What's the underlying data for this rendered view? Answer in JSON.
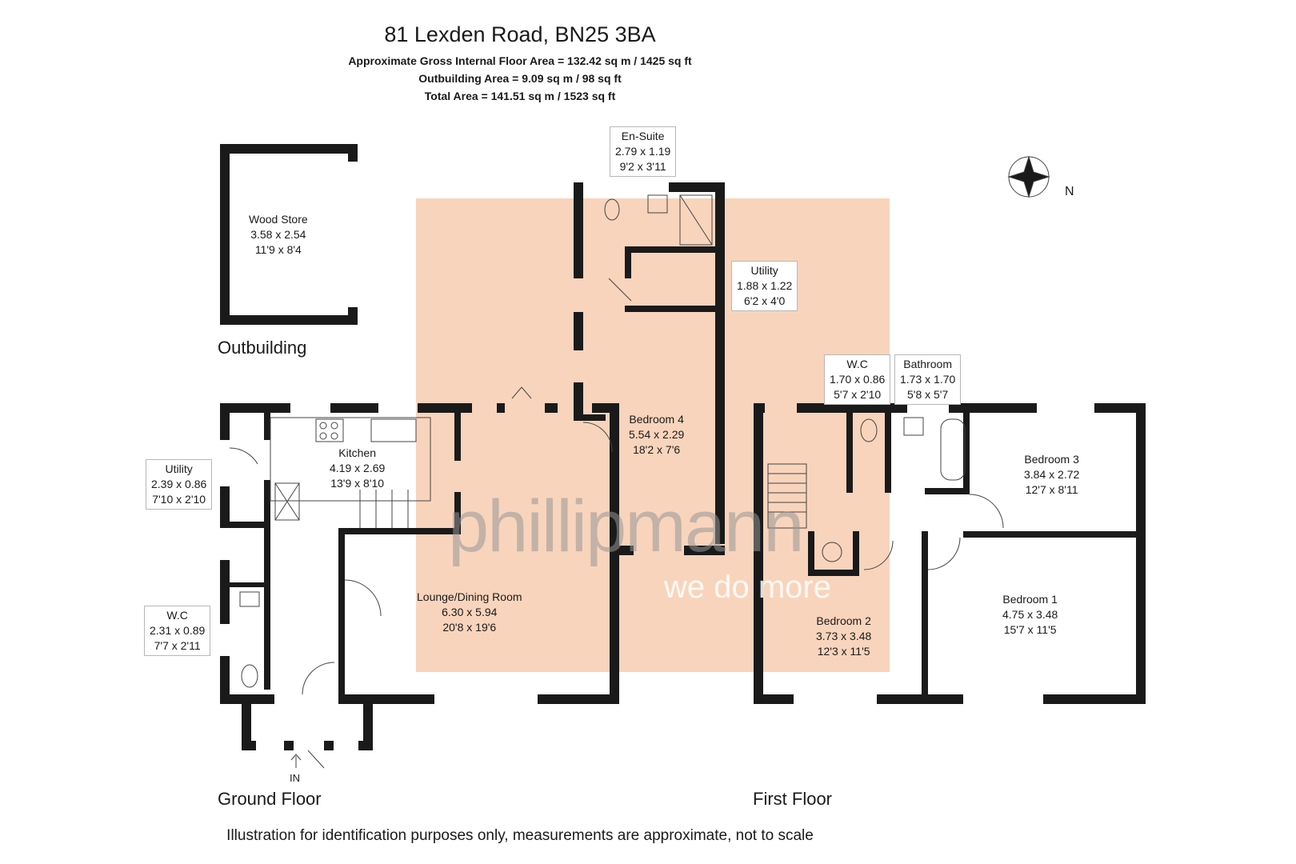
{
  "header": {
    "title": "81 Lexden Road, BN25 3BA",
    "gross_area": "Approximate Gross Internal Floor Area = 132.42 sq m / 1425 sq ft",
    "outbuilding_area": "Outbuilding Area = 9.09 sq m / 98 sq ft",
    "total_area": "Total Area = 141.51 sq m / 1523 sq ft"
  },
  "floors": {
    "outbuilding": "Outbuilding",
    "ground": "Ground Floor",
    "first": "First Floor"
  },
  "rooms": {
    "wood_store": {
      "name": "Wood Store",
      "metric": "3.58 x 2.54",
      "imperial": "11'9 x 8'4"
    },
    "en_suite": {
      "name": "En-Suite",
      "metric": "2.79 x 1.19",
      "imperial": "9'2 x 3'11"
    },
    "utility_first": {
      "name": "Utility",
      "metric": "1.88 x 1.22",
      "imperial": "6'2 x 4'0"
    },
    "bedroom_4": {
      "name": "Bedroom 4",
      "metric": "5.54 x 2.29",
      "imperial": "18'2 x 7'6"
    },
    "kitchen": {
      "name": "Kitchen",
      "metric": "4.19 x 2.69",
      "imperial": "13'9 x 8'10"
    },
    "utility_ground": {
      "name": "Utility",
      "metric": "2.39 x 0.86",
      "imperial": "7'10 x 2'10"
    },
    "wc_ground": {
      "name": "W.C",
      "metric": "2.31 x 0.89",
      "imperial": "7'7 x 2'11"
    },
    "lounge": {
      "name": "Lounge/Dining Room",
      "metric": "6.30 x 5.94",
      "imperial": "20'8 x 19'6"
    },
    "wc_first": {
      "name": "W.C",
      "metric": "1.70 x 0.86",
      "imperial": "5'7 x 2'10"
    },
    "bathroom": {
      "name": "Bathroom",
      "metric": "1.73 x 1.70",
      "imperial": "5'8 x 5'7"
    },
    "bedroom_3": {
      "name": "Bedroom 3",
      "metric": "3.84 x 2.72",
      "imperial": "12'7 x 8'11"
    },
    "bedroom_2": {
      "name": "Bedroom 2",
      "metric": "3.73 x 3.48",
      "imperial": "12'3 x 11'5"
    },
    "bedroom_1": {
      "name": "Bedroom 1",
      "metric": "4.75 x 3.48",
      "imperial": "15'7 x 11'5"
    }
  },
  "entrance": "IN",
  "compass": "N",
  "logo": {
    "brand": "phillipmann",
    "tagline": "we do more"
  },
  "disclaimer": "Illustration for identification purposes only, measurements are approximate, not to scale",
  "colors": {
    "wall": "#1a1a1a",
    "watermark_fill": "#f8cdb0",
    "label_border": "#b8b8b8"
  }
}
